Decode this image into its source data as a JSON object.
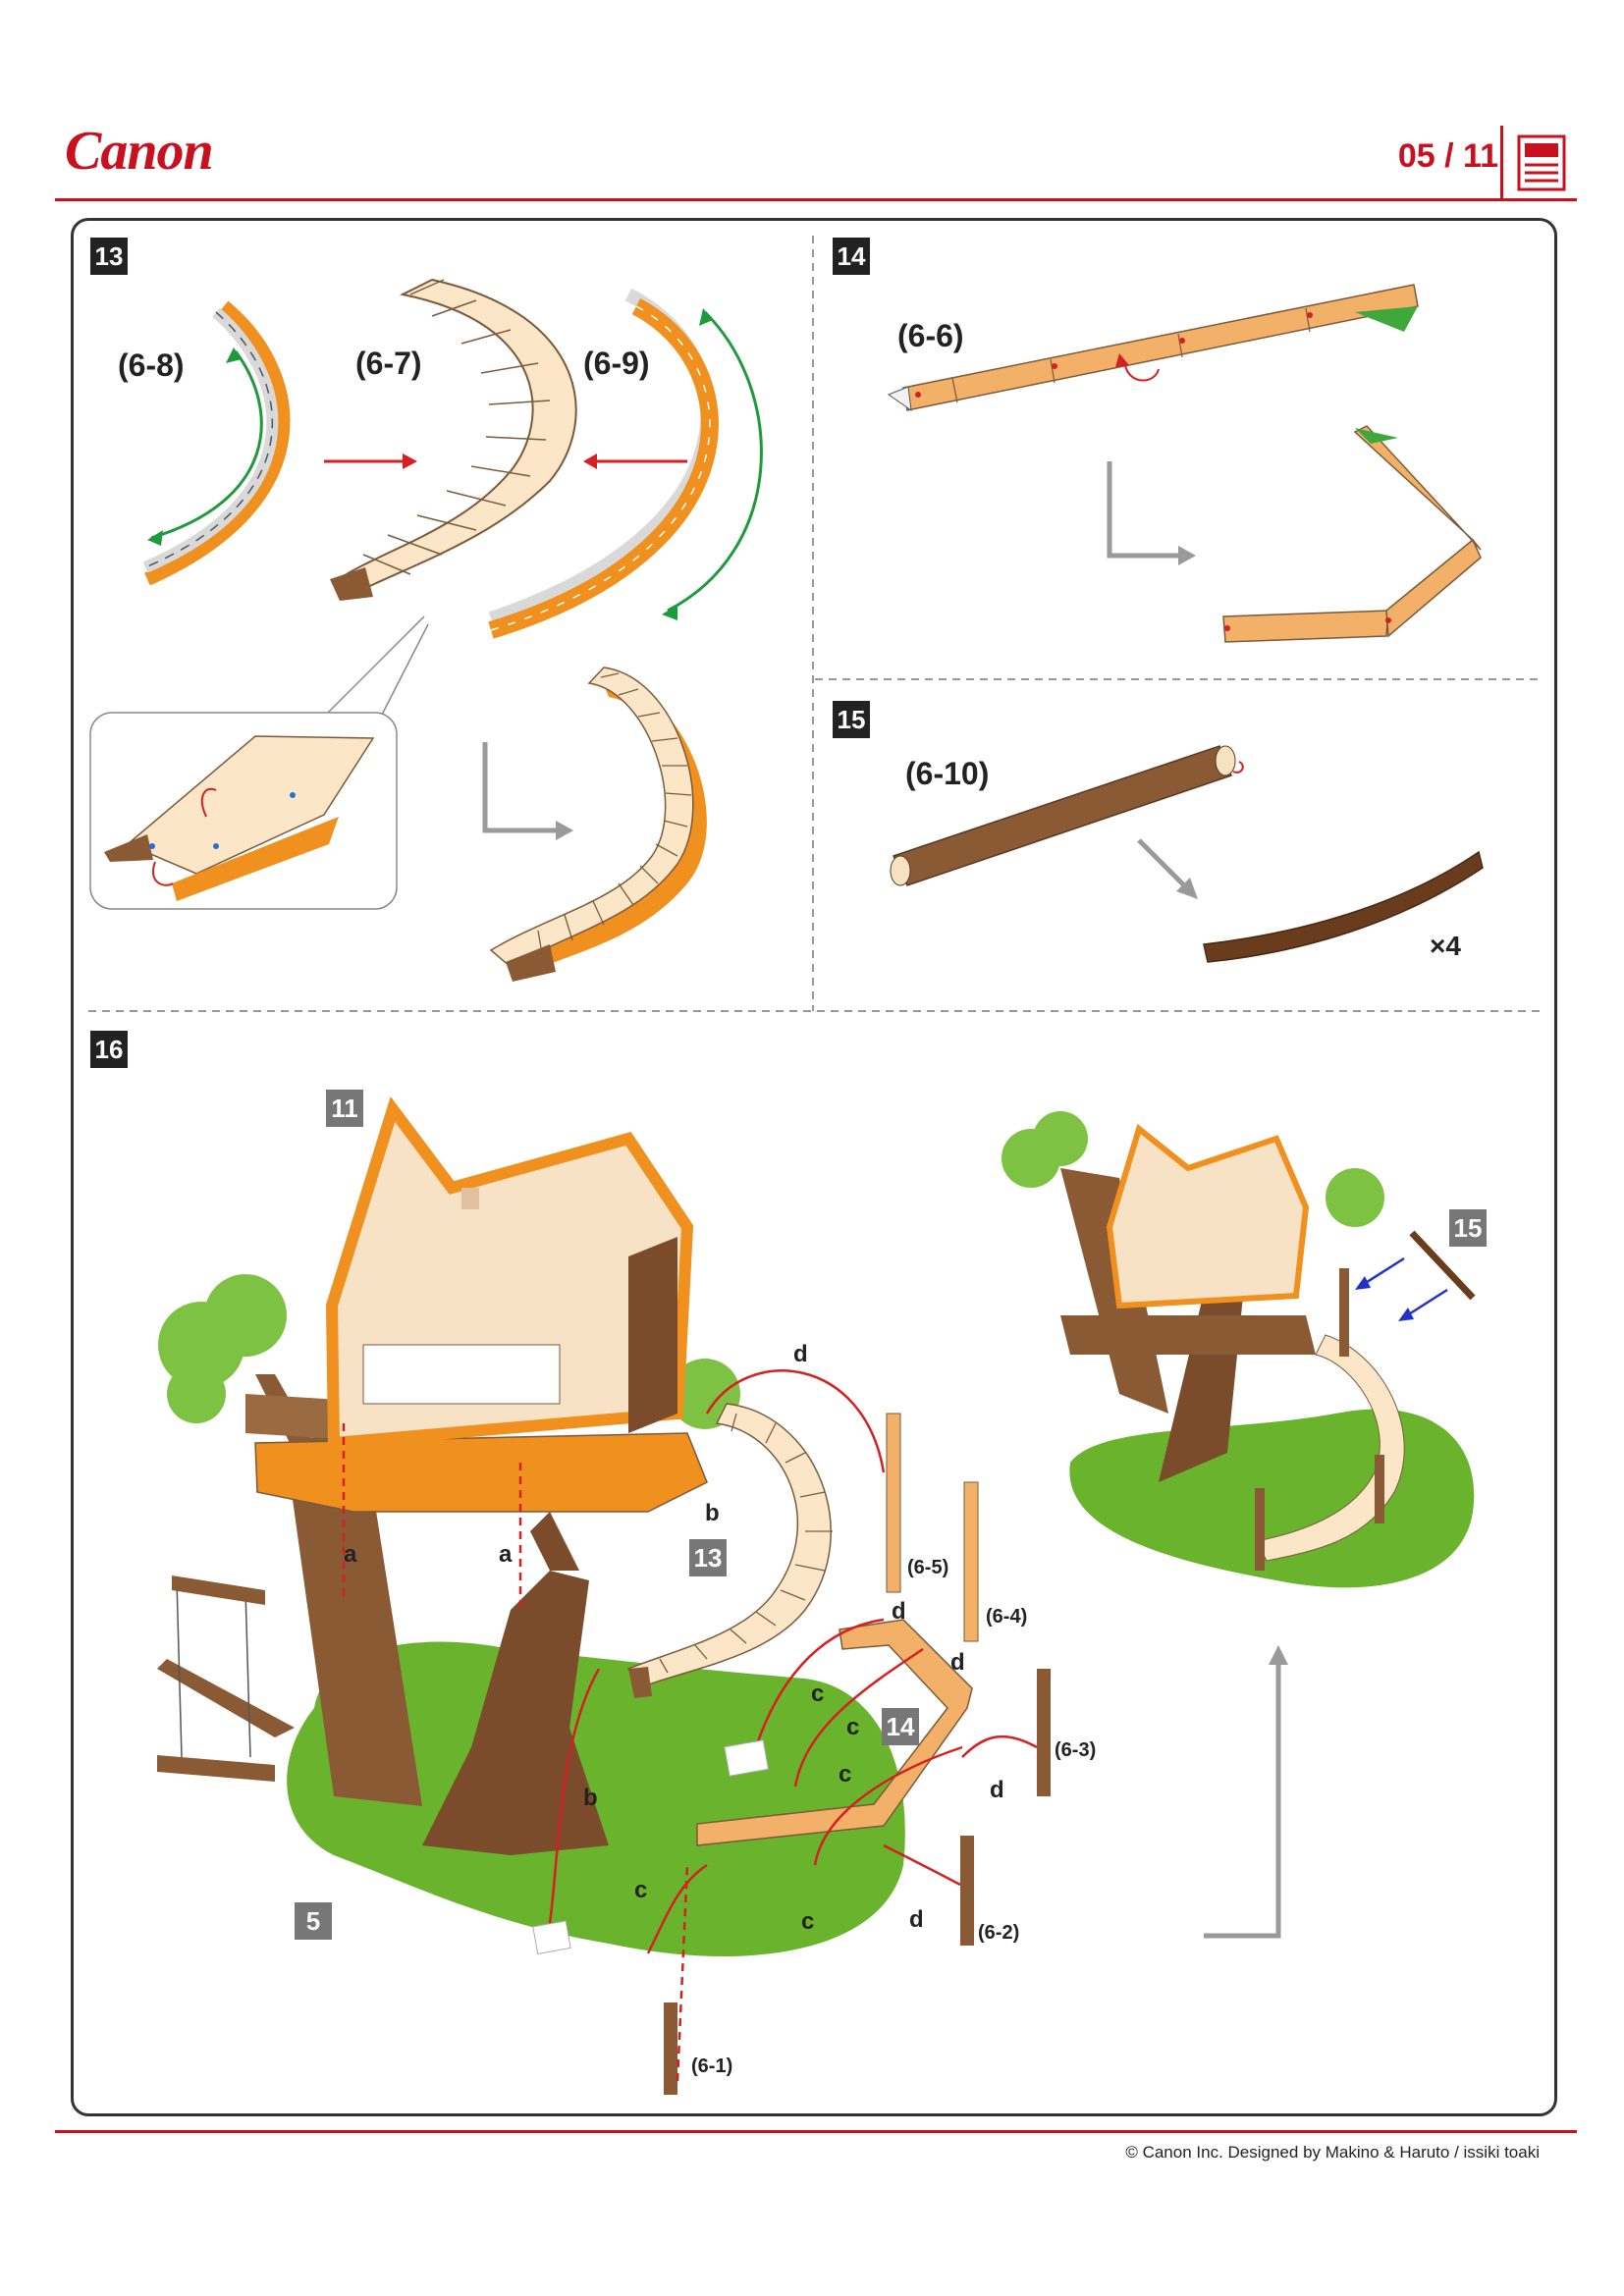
{
  "header": {
    "brand": "Canon",
    "page_indicator": "05 / 11"
  },
  "steps": {
    "s13": {
      "number": "13",
      "parts": [
        "(6-8)",
        "(6-7)",
        "(6-9)"
      ]
    },
    "s14": {
      "number": "14",
      "parts": [
        "(6-6)"
      ]
    },
    "s15": {
      "number": "15",
      "parts": [
        "(6-10)"
      ],
      "multiplier": "×4"
    },
    "s16": {
      "number": "16",
      "refs": [
        "11",
        "13",
        "14",
        "5",
        "15"
      ],
      "letters": [
        "a",
        "a",
        "b",
        "b",
        "c",
        "c",
        "c",
        "c",
        "c",
        "d",
        "d",
        "d",
        "d",
        "d"
      ],
      "parts": [
        "(6-5)",
        "(6-4)",
        "(6-3)",
        "(6-2)",
        "(6-1)"
      ]
    }
  },
  "colors": {
    "accent_red": "#c8101e",
    "stair_orange": "#f0901e",
    "stair_cream": "#fbe6c8",
    "trunk_brown": "#8a5a35",
    "grass_green": "#6ab42d",
    "arrow_green": "#1e9a3c",
    "arrow_grey": "#9a9a9a"
  },
  "footer": {
    "credit": "© Canon Inc. Designed by Makino & Haruto / issiki toaki"
  }
}
